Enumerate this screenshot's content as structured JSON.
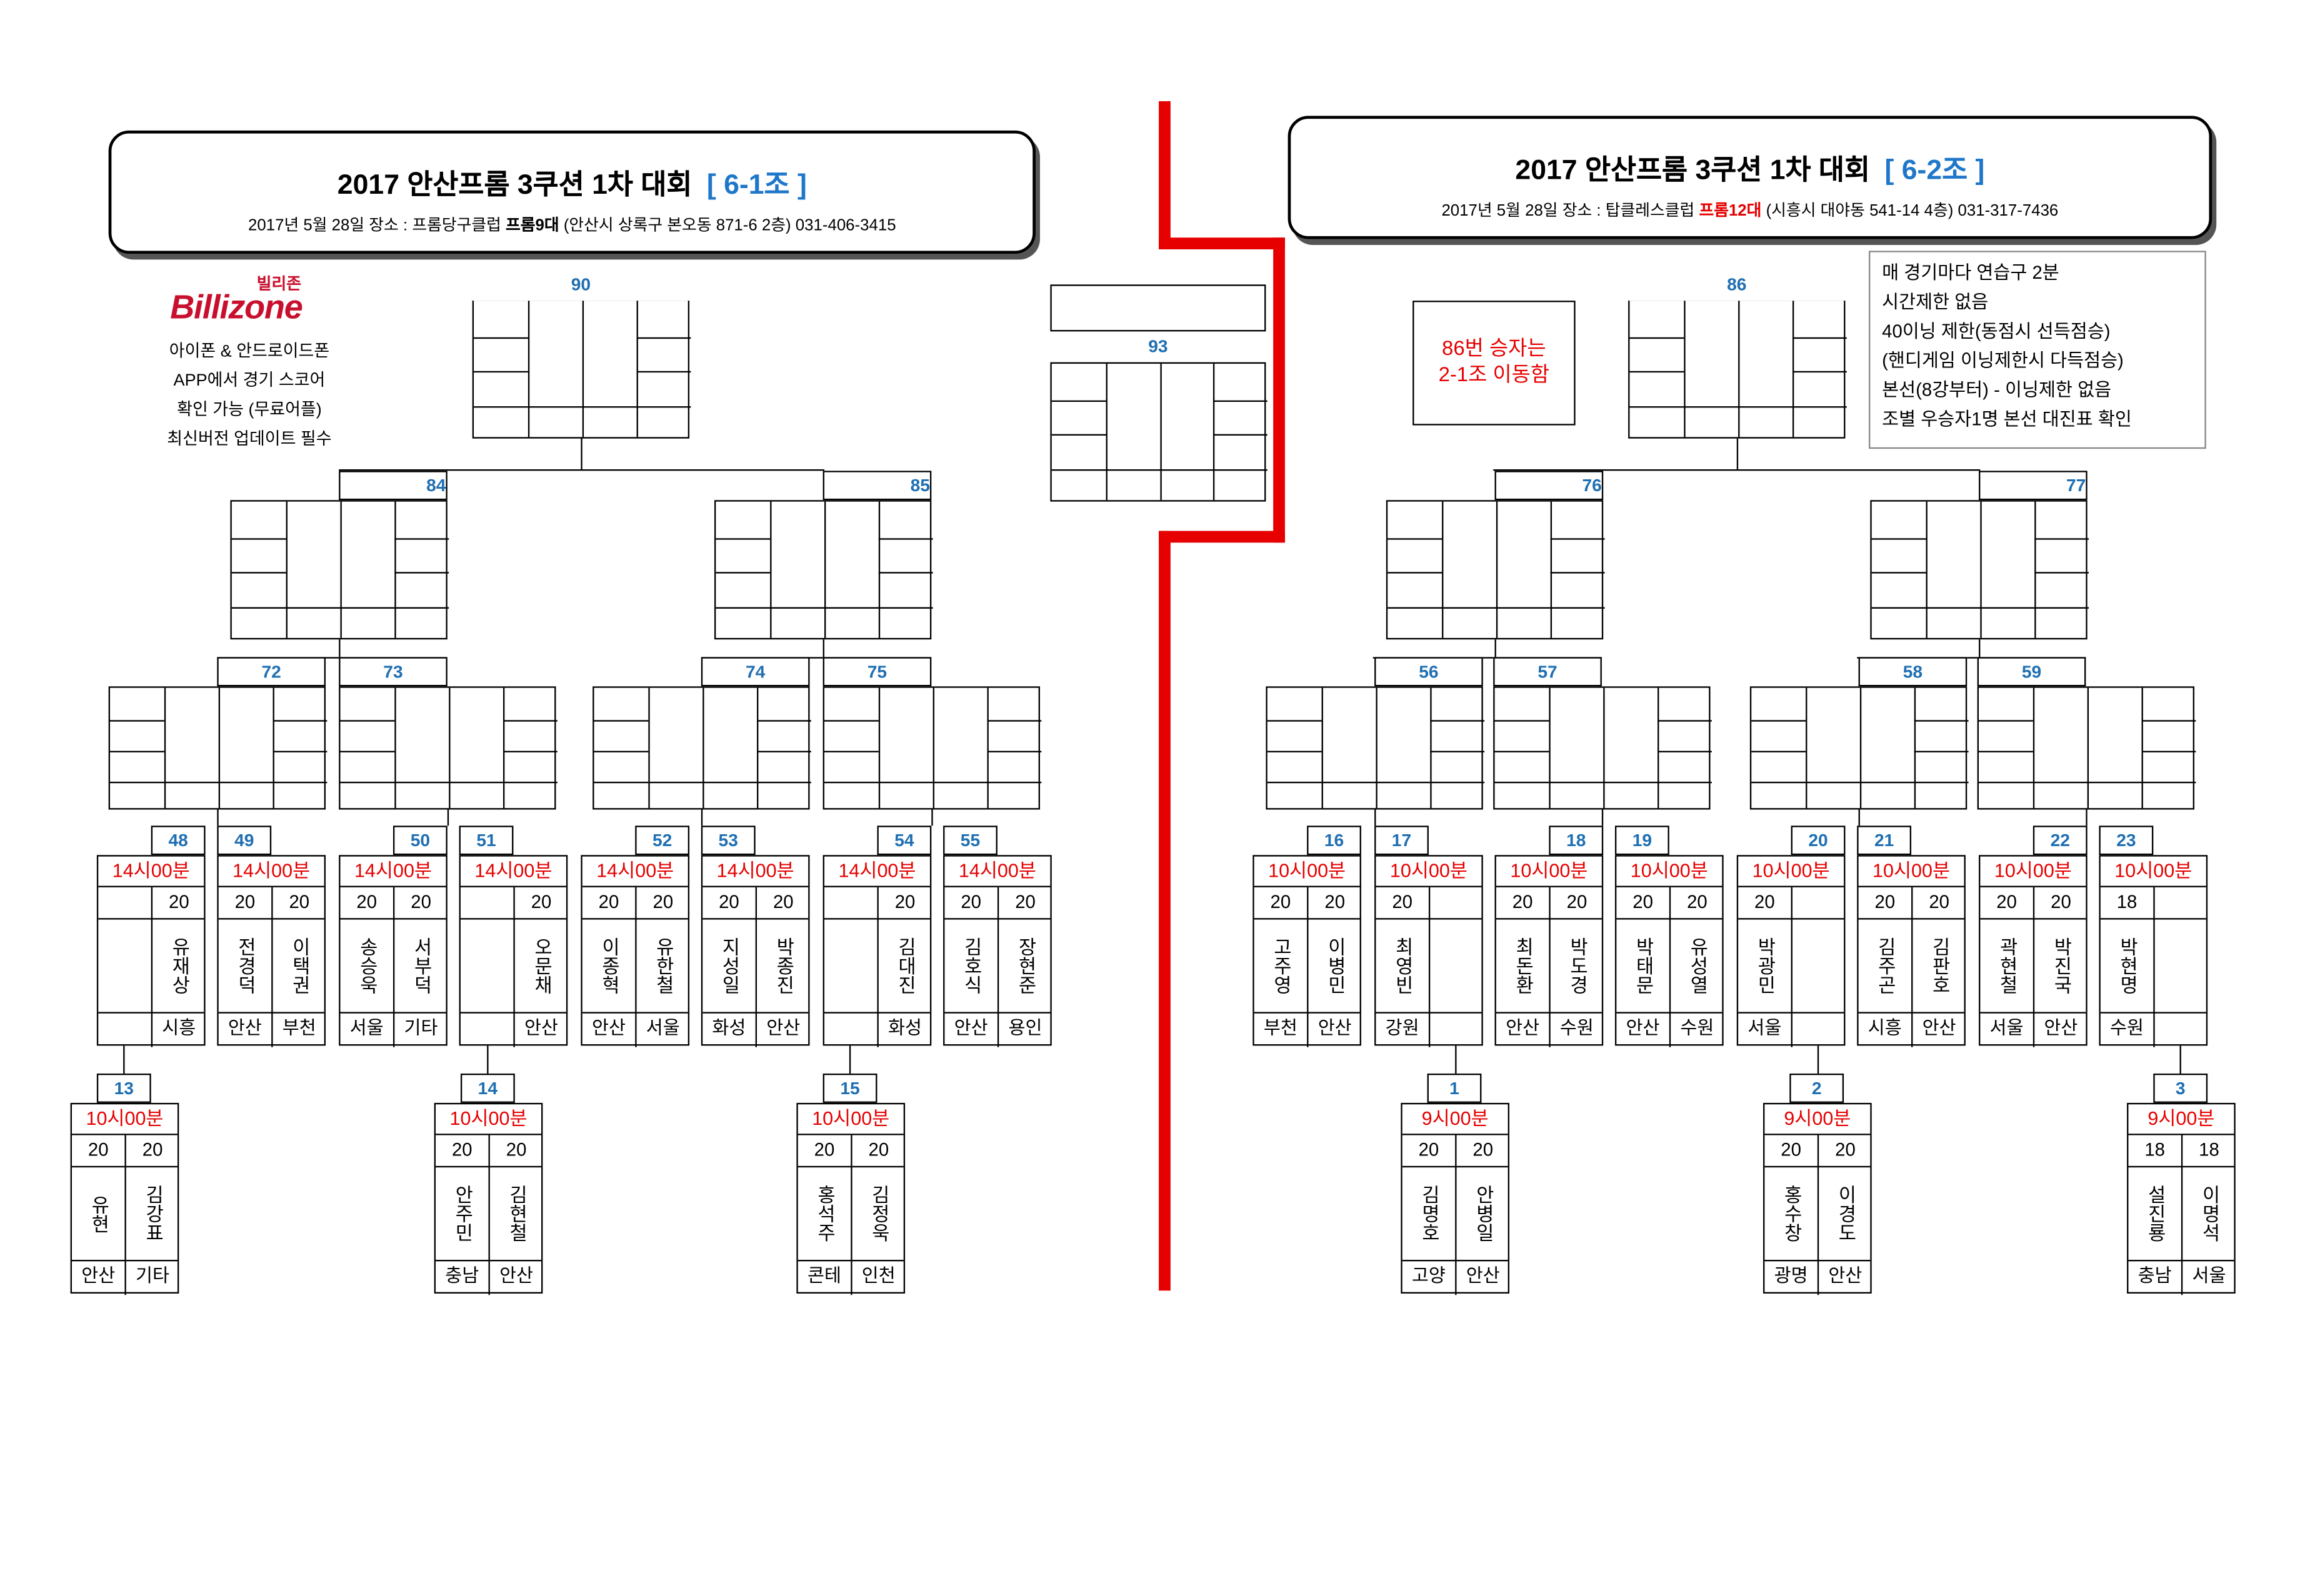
{
  "left_header": {
    "title": "2017 안산프롬 3쿠션 1차 대회",
    "group": "[ 6-1조 ]",
    "sub_pre": "2017년 5월 28일  장소 : 프롬당구클럽 ",
    "sub_bold": "프롬9대",
    "sub_post": " (안산시 상록구 본오동 871-6  2층) 031-406-3415"
  },
  "right_header": {
    "title": "2017 안산프롬 3쿠션 1차 대회",
    "group": "[ 6-2조 ]",
    "sub_pre": "2017년 5월 28일  장소 : 탑클레스클럽 ",
    "sub_bold": "프롬12대",
    "sub_post": " (시흥시 대야동 541-14 4층) 031-317-7436"
  },
  "logo": {
    "top_text": "빌리존",
    "brand": "Billizone",
    "lines": [
      "아이폰 & 안드로이드폰",
      "APP에서 경기 스코어",
      "확인 가능 (무료어플)",
      "최신버전 업데이트 필수"
    ]
  },
  "note_86": "86번 승자는\n2-1조 이동함",
  "rules": [
    "매 경기마다 연습구 2분",
    "시간제한 없음",
    "40이닝 제한(동점시 선득점승)",
    "(핸디게임 이닝제한시 다득점승)",
    "본선(8강부터) - 이닝제한 없음",
    "조별  우승자1명 본선 대진표 확인"
  ],
  "colors": {
    "red": "#e60000",
    "blue": "#1f6fb2",
    "divider": "#e60000"
  },
  "final_left": {
    "num": "90"
  },
  "final_mid": {
    "num": "93"
  },
  "final_right": {
    "num": "86"
  },
  "semis": [
    {
      "num": "84"
    },
    {
      "num": "85"
    },
    {
      "num": "76"
    },
    {
      "num": "77"
    }
  ],
  "quarters": [
    {
      "num": "72"
    },
    {
      "num": "73"
    },
    {
      "num": "74"
    },
    {
      "num": "75"
    },
    {
      "num": "56"
    },
    {
      "num": "57"
    },
    {
      "num": "58"
    },
    {
      "num": "59"
    }
  ],
  "r16": [
    {
      "a": {
        "num": "48",
        "time": "14시00분",
        "p1": {
          "score": "",
          "name": "",
          "reg": ""
        },
        "p2": {
          "score": "20",
          "name": "유재상",
          "reg": "시흥"
        }
      },
      "b": {
        "num": "49",
        "time": "14시00분",
        "p1": {
          "score": "20",
          "name": "전경덕",
          "reg": "안산"
        },
        "p2": {
          "score": "20",
          "name": "이택권",
          "reg": "부천"
        }
      }
    },
    {
      "a": {
        "num": "50",
        "time": "14시00분",
        "p1": {
          "score": "20",
          "name": "송승욱",
          "reg": "서울"
        },
        "p2": {
          "score": "20",
          "name": "서부덕",
          "reg": "기타"
        }
      },
      "b": {
        "num": "51",
        "time": "14시00분",
        "p1": {
          "score": "",
          "name": "",
          "reg": ""
        },
        "p2": {
          "score": "20",
          "name": "오문채",
          "reg": "안산"
        }
      }
    },
    {
      "a": {
        "num": "52",
        "time": "14시00분",
        "p1": {
          "score": "20",
          "name": "이종혁",
          "reg": "안산"
        },
        "p2": {
          "score": "20",
          "name": "유한철",
          "reg": "서울"
        }
      },
      "b": {
        "num": "53",
        "time": "14시00분",
        "p1": {
          "score": "20",
          "name": "지성일",
          "reg": "화성"
        },
        "p2": {
          "score": "20",
          "name": "박종진",
          "reg": "안산"
        }
      }
    },
    {
      "a": {
        "num": "54",
        "time": "14시00분",
        "p1": {
          "score": "",
          "name": "",
          "reg": ""
        },
        "p2": {
          "score": "20",
          "name": "김대진",
          "reg": "화성"
        }
      },
      "b": {
        "num": "55",
        "time": "14시00분",
        "p1": {
          "score": "20",
          "name": "김호식",
          "reg": "안산"
        },
        "p2": {
          "score": "20",
          "name": "장현준",
          "reg": "용인"
        }
      }
    },
    {
      "a": {
        "num": "16",
        "time": "10시00분",
        "p1": {
          "score": "20",
          "name": "고주영",
          "reg": "부천"
        },
        "p2": {
          "score": "20",
          "name": "이병민",
          "reg": "안산"
        }
      },
      "b": {
        "num": "17",
        "time": "10시00분",
        "p1": {
          "score": "20",
          "name": "최영빈",
          "reg": "강원"
        },
        "p2": {
          "score": "",
          "name": "",
          "reg": ""
        }
      }
    },
    {
      "a": {
        "num": "18",
        "time": "10시00분",
        "p1": {
          "score": "20",
          "name": "최돈환",
          "reg": "안산"
        },
        "p2": {
          "score": "20",
          "name": "박도경",
          "reg": "수원"
        }
      },
      "b": {
        "num": "19",
        "time": "10시00분",
        "p1": {
          "score": "20",
          "name": "박태문",
          "reg": "안산"
        },
        "p2": {
          "score": "20",
          "name": "유성열",
          "reg": "수원"
        }
      }
    },
    {
      "a": {
        "num": "20",
        "time": "10시00분",
        "p1": {
          "score": "20",
          "name": "박광민",
          "reg": "서울"
        },
        "p2": {
          "score": "",
          "name": "",
          "reg": ""
        }
      },
      "b": {
        "num": "21",
        "time": "10시00분",
        "p1": {
          "score": "20",
          "name": "김주곤",
          "reg": "시흥"
        },
        "p2": {
          "score": "20",
          "name": "김판호",
          "reg": "안산"
        }
      }
    },
    {
      "a": {
        "num": "22",
        "time": "10시00분",
        "p1": {
          "score": "20",
          "name": "곽현철",
          "reg": "서울"
        },
        "p2": {
          "score": "20",
          "name": "박진국",
          "reg": "안산"
        }
      },
      "b": {
        "num": "23",
        "time": "10시00분",
        "p1": {
          "score": "18",
          "name": "박현명",
          "reg": "수원"
        },
        "p2": {
          "score": "",
          "name": "",
          "reg": ""
        }
      }
    }
  ],
  "r32": [
    {
      "num": "13",
      "time": "10시00분",
      "p1": {
        "score": "20",
        "name": "유현",
        "reg": "안산"
      },
      "p2": {
        "score": "20",
        "name": "김강표",
        "reg": "기타"
      }
    },
    {
      "num": "14",
      "time": "10시00분",
      "p1": {
        "score": "20",
        "name": "안주민",
        "reg": "충남"
      },
      "p2": {
        "score": "20",
        "name": "김현철",
        "reg": "안산"
      }
    },
    {
      "num": "15",
      "time": "10시00분",
      "p1": {
        "score": "20",
        "name": "홍석주",
        "reg": "콘테"
      },
      "p2": {
        "score": "20",
        "name": "김정욱",
        "reg": "인천"
      }
    },
    {
      "num": "1",
      "time": "9시00분",
      "p1": {
        "score": "20",
        "name": "김명호",
        "reg": "고양"
      },
      "p2": {
        "score": "20",
        "name": "안병일",
        "reg": "안산"
      }
    },
    {
      "num": "2",
      "time": "9시00분",
      "p1": {
        "score": "20",
        "name": "홍수창",
        "reg": "광명"
      },
      "p2": {
        "score": "20",
        "name": "이경도",
        "reg": "안산"
      }
    },
    {
      "num": "3",
      "time": "9시00분",
      "p1": {
        "score": "18",
        "name": "설진룡",
        "reg": "충남"
      },
      "p2": {
        "score": "18",
        "name": "이명석",
        "reg": "서울"
      }
    }
  ]
}
